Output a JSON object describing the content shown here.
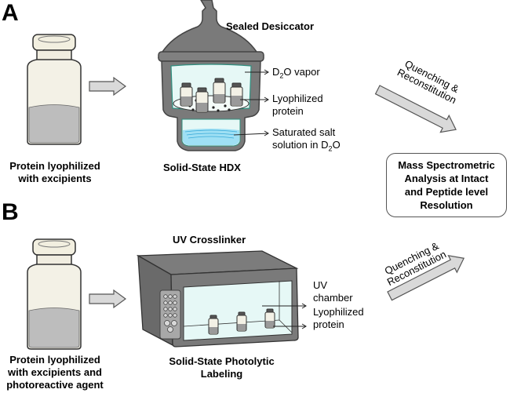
{
  "panels": [
    {
      "letter": "A",
      "vial_label_lines": [
        "Protein lyophilized",
        "with excipients"
      ],
      "apparatus_title": "Sealed Desiccator",
      "process_label": "Solid-State HDX",
      "callouts": {
        "vapor": {
          "pre": "D",
          "sub": "2",
          "post": "O vapor"
        },
        "protein_lines": [
          "Lyophilized",
          "protein"
        ],
        "salt_line1": "Saturated salt",
        "salt_line2": {
          "pre": "solution in D",
          "sub": "2",
          "post": "O"
        }
      },
      "quench_lines": [
        "Quenching &",
        "Reconstitution"
      ]
    },
    {
      "letter": "B",
      "vial_label_lines": [
        "Protein lyophilized",
        "with excipients and",
        "photoreactive agent"
      ],
      "apparatus_title": "UV Crosslinker",
      "process_label_lines": [
        "Solid-State Photolytic",
        "Labeling"
      ],
      "callouts": {
        "chamber_lines": [
          "UV",
          "chamber"
        ],
        "protein_lines": [
          "Lyophilized",
          "protein"
        ]
      },
      "quench_lines": [
        "Quenching &",
        "Reconstitution"
      ]
    }
  ],
  "ms_box_lines": [
    "Mass Spectrometric",
    "Analysis at Intact",
    "and Peptide level",
    "Resolution"
  ],
  "colors": {
    "apparatus_gray": "#7a7a7a",
    "chamber_cyan": "#e6f8f6",
    "chamber_border": "#2f8f7f",
    "water_blue": "#7fd0ee",
    "arrow_fill": "#d9d9d9",
    "vial_glass": "#f3f1e6",
    "vial_content": "#bdbdbd"
  }
}
